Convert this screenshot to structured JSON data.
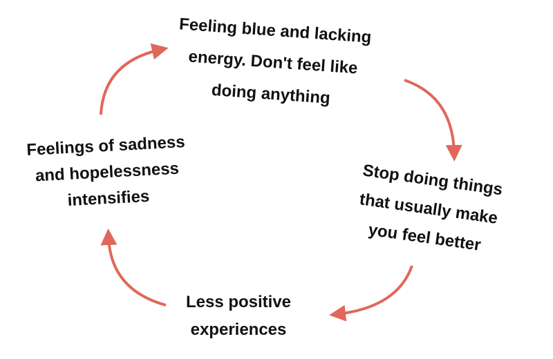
{
  "diagram": {
    "title": "Cycle of low mood",
    "arrow_color": "#e0685a",
    "nodes": [
      {
        "lines": [
          "Feeling blue and lacking",
          "energy. Don't feel like",
          "doing anything"
        ]
      },
      {
        "lines": [
          "Stop doing things",
          "that usually make",
          "you feel better"
        ]
      },
      {
        "lines": [
          "Less positive",
          "experiences"
        ]
      },
      {
        "lines": [
          "Feelings of sadness",
          "and hopelessness",
          "intensifies"
        ]
      }
    ]
  }
}
